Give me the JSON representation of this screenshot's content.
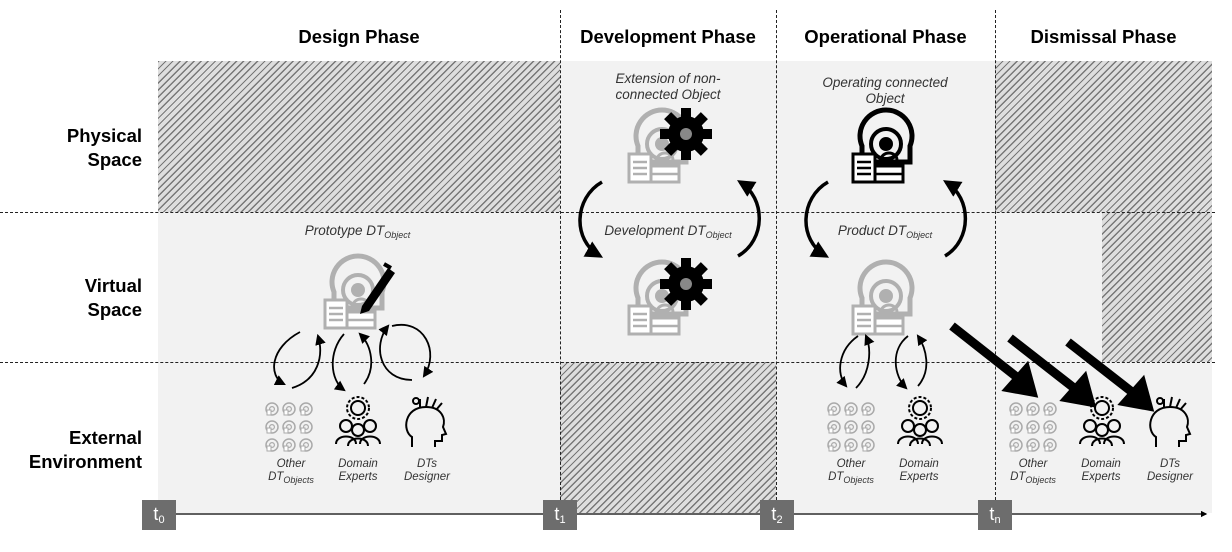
{
  "phases": {
    "design": "Design Phase",
    "development": "Development Phase",
    "operational": "Operational Phase",
    "dismissal": "Dismissal Phase"
  },
  "rows": {
    "physical": [
      "Physical",
      "Space"
    ],
    "virtual": [
      "Virtual",
      "Space"
    ],
    "external": [
      "External",
      "Environment"
    ]
  },
  "captions": {
    "extension": [
      "Extension of non-",
      "connected Object"
    ],
    "operating": [
      "Operating connected",
      "Object"
    ],
    "prototype": {
      "base": "Prototype DT",
      "sub": "Object"
    },
    "development_dt": {
      "base": "Development DT",
      "sub": "Object"
    },
    "product_dt": {
      "base": "Product DT",
      "sub": "Object"
    }
  },
  "actors": {
    "other": {
      "line1": "Other",
      "base": "DT",
      "sub": "Objects"
    },
    "domain": [
      "Domain",
      "Experts"
    ],
    "designer": [
      "DTs",
      "Designer"
    ]
  },
  "timeline": {
    "t0": {
      "base": "t",
      "sub": "0"
    },
    "t1": {
      "base": "t",
      "sub": "1"
    },
    "t2": {
      "base": "t",
      "sub": "2"
    },
    "tn": {
      "base": "t",
      "sub": "n"
    }
  },
  "colors": {
    "light_cell": "#f2f2f2",
    "hatch_dark": "#777777",
    "hatch_light": "#dedede",
    "icon_gray": "#b0b0b0",
    "time_box": "#6d6d6d"
  },
  "icons": [
    "mri-scanner-icon",
    "gear-icon",
    "pencil-icon",
    "objects-grid-icon",
    "domain-experts-icon",
    "designer-head-icon",
    "cycle-arrow-icon",
    "diagonal-arrow-icon",
    "timeline-arrow-icon"
  ]
}
